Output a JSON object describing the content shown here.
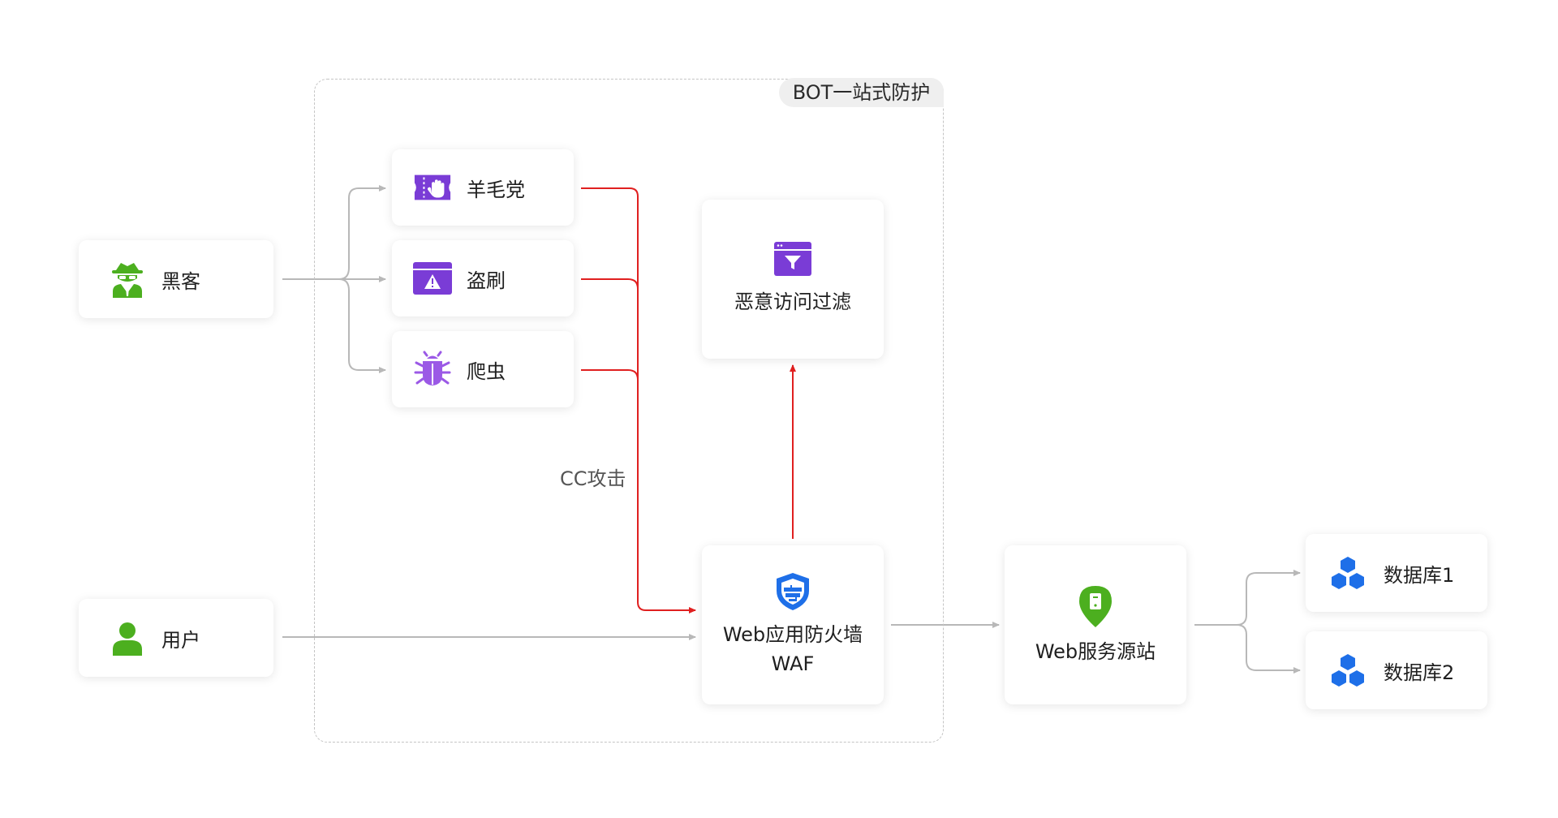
{
  "group": {
    "title": "BOT一站式防护"
  },
  "sources": {
    "hacker": {
      "label": "黑客",
      "icon": "spy-icon",
      "color": "#4caf1f"
    },
    "user": {
      "label": "用户",
      "icon": "user-icon",
      "color": "#4caf1f"
    }
  },
  "bots": [
    {
      "label": "羊毛党",
      "icon": "ticket-hand-icon",
      "color": "#7a3cd6"
    },
    {
      "label": "盗刷",
      "icon": "warning-window-icon",
      "color": "#7a3cd6"
    },
    {
      "label": "爬虫",
      "icon": "bug-icon",
      "color": "#9b59e6"
    }
  ],
  "attack_label": "CC攻击",
  "filter": {
    "label": "恶意访问过滤",
    "icon": "funnel-window-icon",
    "color": "#7a3cd6"
  },
  "waf": {
    "line1": "Web应用防火墙",
    "line2": "WAF",
    "icon": "shield-icon",
    "color": "#1e6fe8"
  },
  "origin": {
    "label": "Web服务源站",
    "icon": "server-pin-icon",
    "color": "#4caf1f"
  },
  "databases": [
    {
      "label": "数据库1",
      "icon": "database-cubes-icon",
      "color": "#1e6fe8"
    },
    {
      "label": "数据库2",
      "icon": "database-cubes-icon",
      "color": "#1e6fe8"
    }
  ],
  "colors": {
    "attack_line": "#e02020",
    "normal_line": "#b8b8b8"
  }
}
